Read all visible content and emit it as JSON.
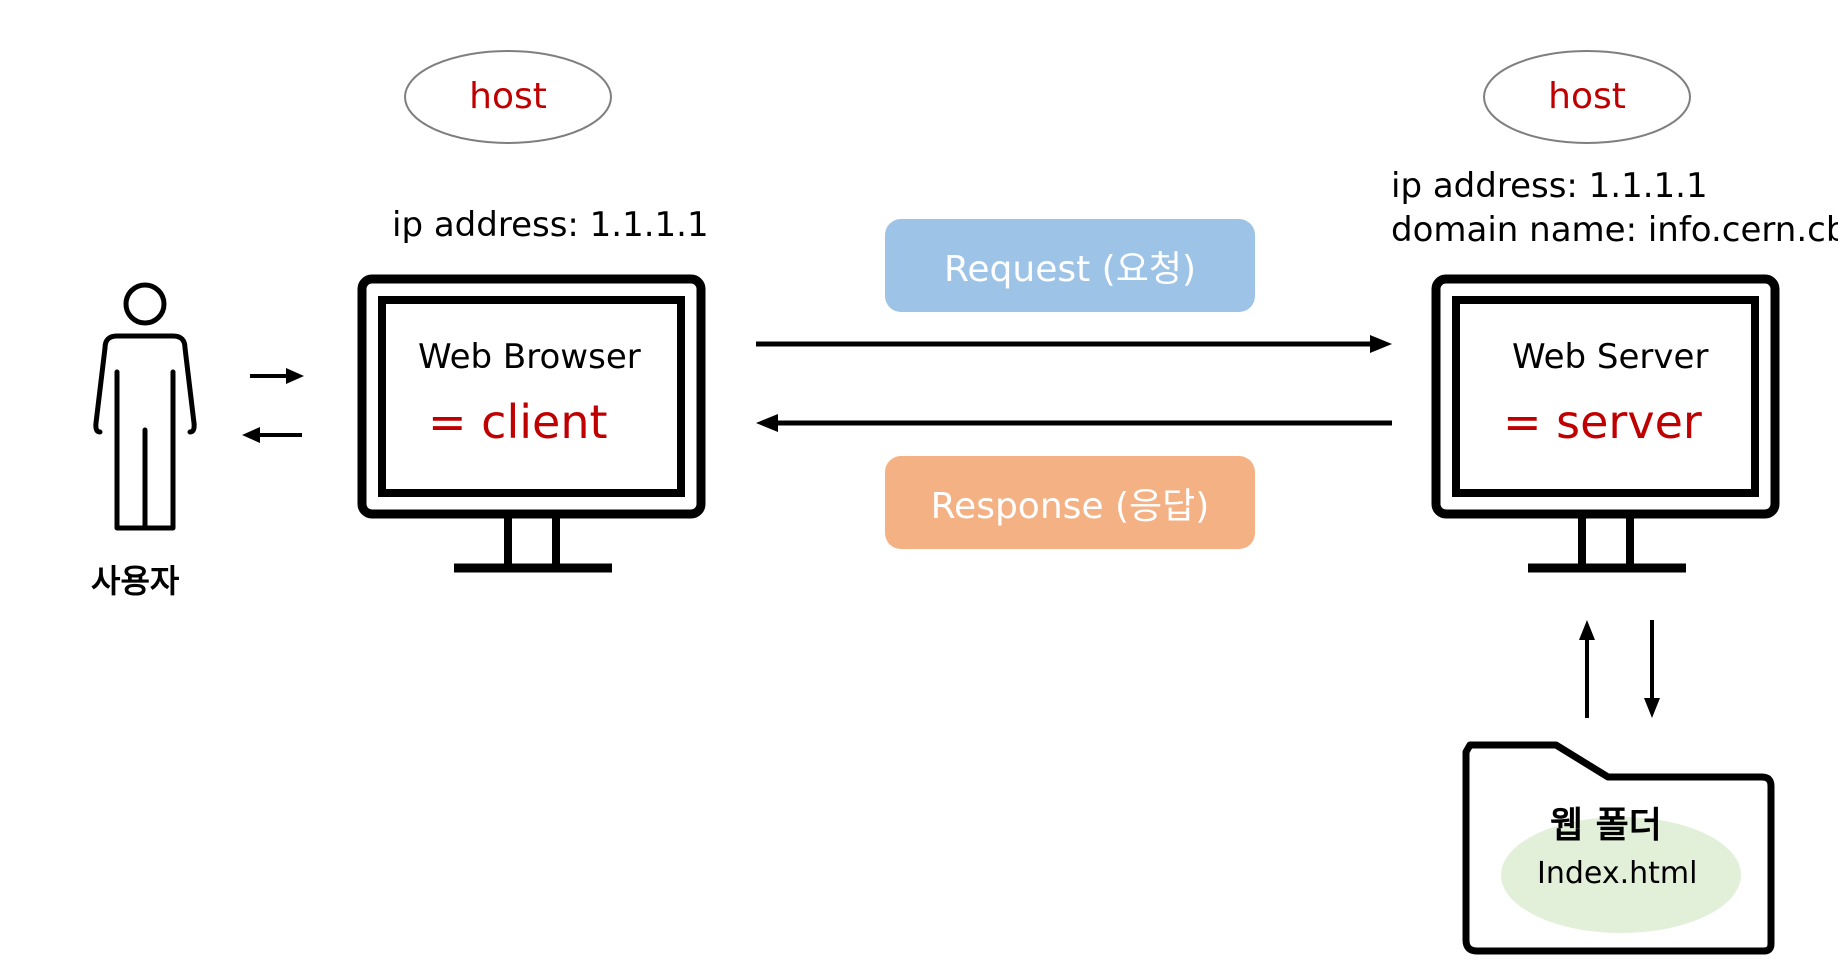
{
  "client_host": {
    "badge": "host",
    "ip_line": "ip address: 1.1.1.1",
    "title": "Web Browser",
    "role": "= client"
  },
  "server_host": {
    "badge": "host",
    "ip_line": "ip address: 1.1.1.1",
    "domain_line": "domain name: info.cern.cb",
    "title": "Web Server",
    "role": "= server"
  },
  "user": {
    "label": "사용자"
  },
  "request": {
    "label": "Request (요청)",
    "color": "#9dc3e6"
  },
  "response": {
    "label": "Response (응답)",
    "color": "#f4b183"
  },
  "folder": {
    "label": "웹 폴더",
    "file": "Index.html",
    "file_bg": "#e2f0d9"
  },
  "colors": {
    "accent_red": "#c00000",
    "host_ellipse_stroke": "#7f7f7f"
  },
  "icons": {
    "user": "person-outline-icon",
    "client": "monitor-icon",
    "server": "monitor-icon",
    "folder": "folder-icon"
  }
}
